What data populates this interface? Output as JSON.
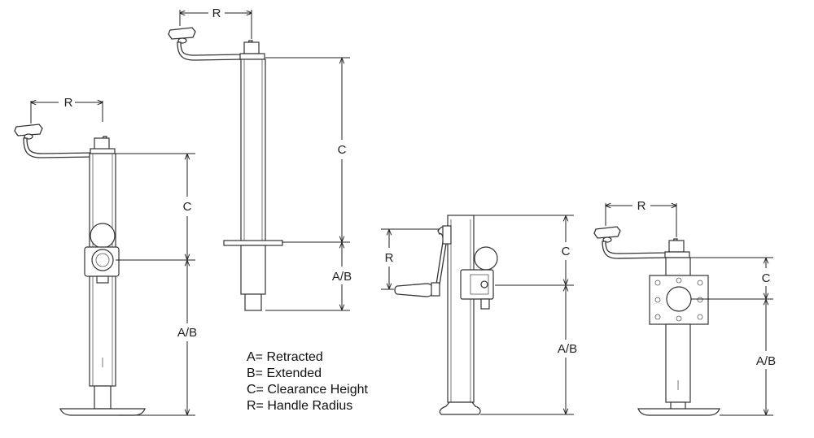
{
  "labels": {
    "R": "R",
    "C": "C",
    "AB": "A/B"
  },
  "legend": [
    "A= Retracted",
    "B= Extended",
    "C= Clearance Height",
    "R= Handle Radius"
  ]
}
